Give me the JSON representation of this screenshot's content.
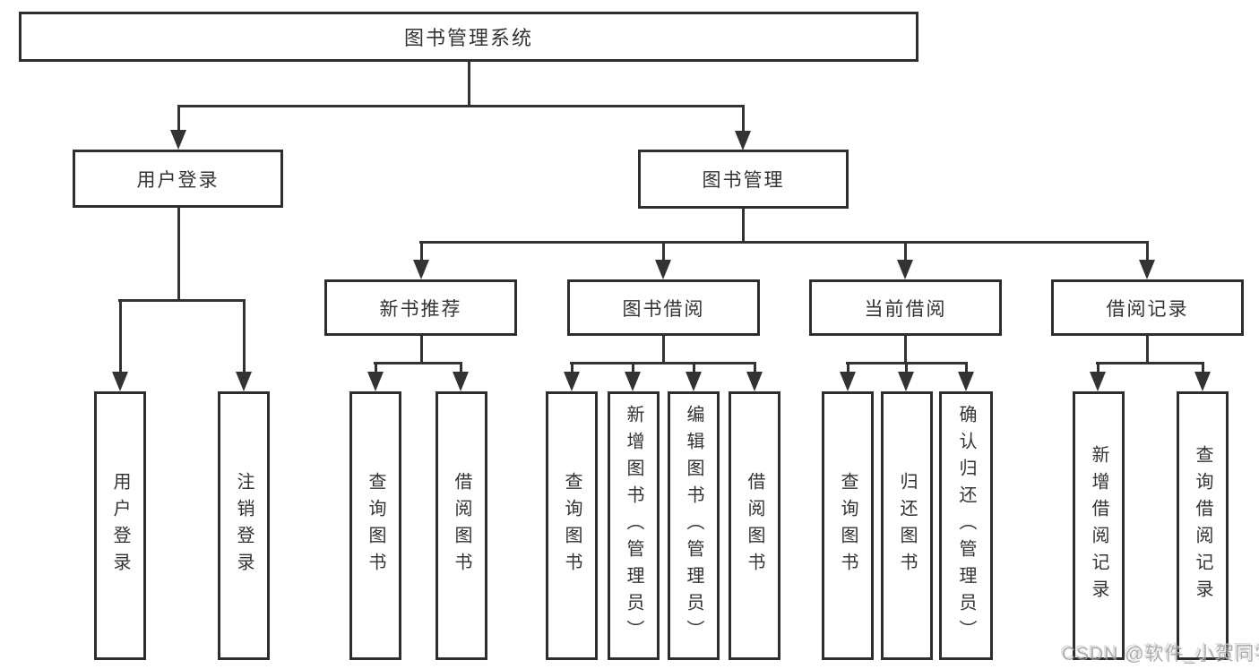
{
  "diagram": {
    "root": {
      "label": "图书管理系统"
    },
    "branches": [
      {
        "label": "用户登录",
        "children": [
          {
            "label": "用户登录"
          },
          {
            "label": "注销登录"
          }
        ]
      },
      {
        "label": "图书管理",
        "children": [
          {
            "label": "新书推荐",
            "children": [
              {
                "label": "查询图书"
              },
              {
                "label": "借阅图书"
              }
            ]
          },
          {
            "label": "图书借阅",
            "children": [
              {
                "label": "查询图书"
              },
              {
                "label": "新增图书（管理员）"
              },
              {
                "label": "编辑图书（管理员）"
              },
              {
                "label": "借阅图书"
              }
            ]
          },
          {
            "label": "当前借阅",
            "children": [
              {
                "label": "查询图书"
              },
              {
                "label": "归还图书"
              },
              {
                "label": "确认归还（管理员）"
              }
            ]
          },
          {
            "label": "借阅记录",
            "children": [
              {
                "label": "新增借阅记录"
              },
              {
                "label": "查询借阅记录"
              }
            ]
          }
        ]
      }
    ]
  },
  "watermark": {
    "text": "CSDN @软件_小贺同学"
  },
  "colors": {
    "line": "#333333",
    "box_border": "#2e2e2e",
    "text": "#333333",
    "watermark": "#9a9a9a",
    "background": "#ffffff"
  }
}
